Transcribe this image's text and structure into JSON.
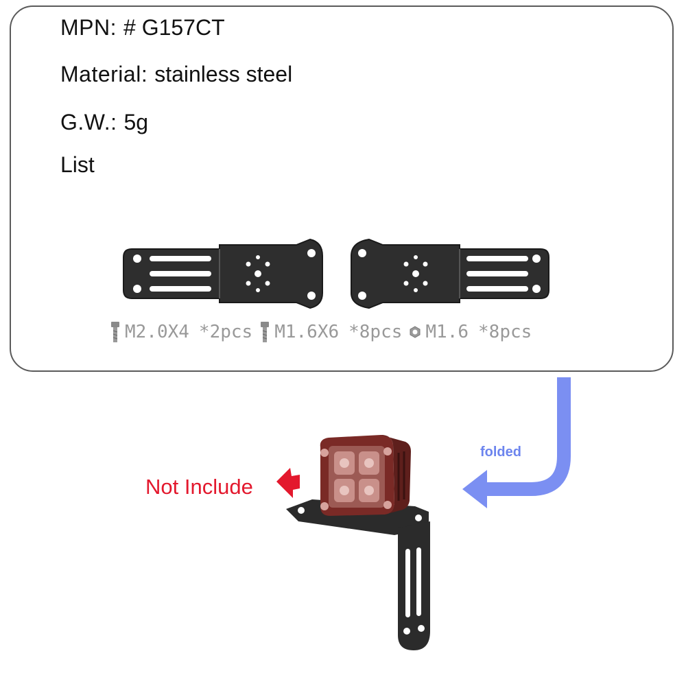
{
  "specs": {
    "mpn": {
      "label": "MPN:",
      "value": "# G157CT"
    },
    "material": {
      "label": "Material:",
      "value": "stainless steel"
    },
    "gw": {
      "label": "G.W.:",
      "value": "5g"
    },
    "list": {
      "label": "List"
    }
  },
  "hardware": [
    {
      "icon": "hex-screw-icon",
      "size": "M2.0X4",
      "qty": "*2pcs"
    },
    {
      "icon": "hex-screw-icon",
      "size": "M1.6X6",
      "qty": "*8pcs"
    },
    {
      "icon": "hex-nut-icon",
      "size": "M1.6",
      "qty": "*8pcs"
    }
  ],
  "annotations": {
    "folded": "folded",
    "not_include": "Not Include"
  },
  "colors": {
    "arrow_blue": "#7b8ff2",
    "not_include_red": "#e3182d",
    "light_housing": "#7a2a26",
    "bracket": "#2b2b2b"
  }
}
